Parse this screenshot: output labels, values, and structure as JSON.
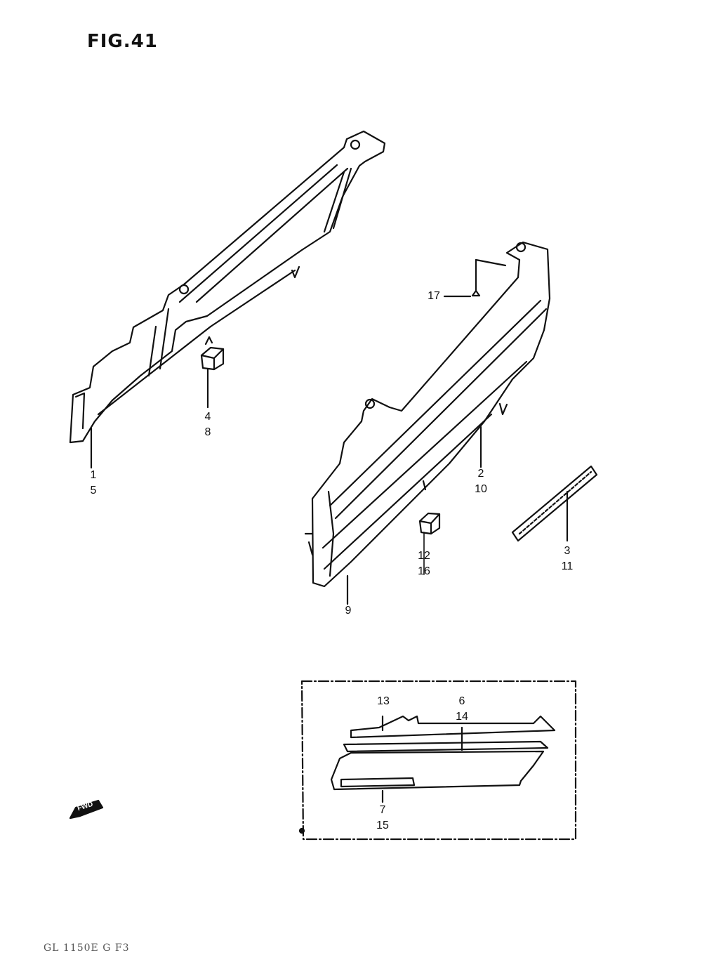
{
  "figure": {
    "title": "FIG.41"
  },
  "callouts": [
    {
      "id": "c-1-5",
      "lines": [
        "1",
        "5"
      ]
    },
    {
      "id": "c-4-8",
      "lines": [
        "4",
        "8"
      ]
    },
    {
      "id": "c-17",
      "lines": [
        "17"
      ]
    },
    {
      "id": "c-2-10",
      "lines": [
        "2",
        "10"
      ]
    },
    {
      "id": "c-3-11",
      "lines": [
        "3",
        "11"
      ]
    },
    {
      "id": "c-12-16",
      "lines": [
        "12",
        "16"
      ]
    },
    {
      "id": "c-9",
      "lines": [
        "9"
      ]
    },
    {
      "id": "c-13",
      "lines": [
        "13"
      ]
    },
    {
      "id": "c-6-14",
      "lines": [
        "6",
        "14"
      ]
    },
    {
      "id": "c-7-15",
      "lines": [
        "7",
        "15"
      ]
    }
  ],
  "fwd_mark": "FWD",
  "footer": "GL 1150E G F3",
  "colors": {
    "ink": "#111111",
    "paper": "#ffffff",
    "faint": "#555555"
  }
}
